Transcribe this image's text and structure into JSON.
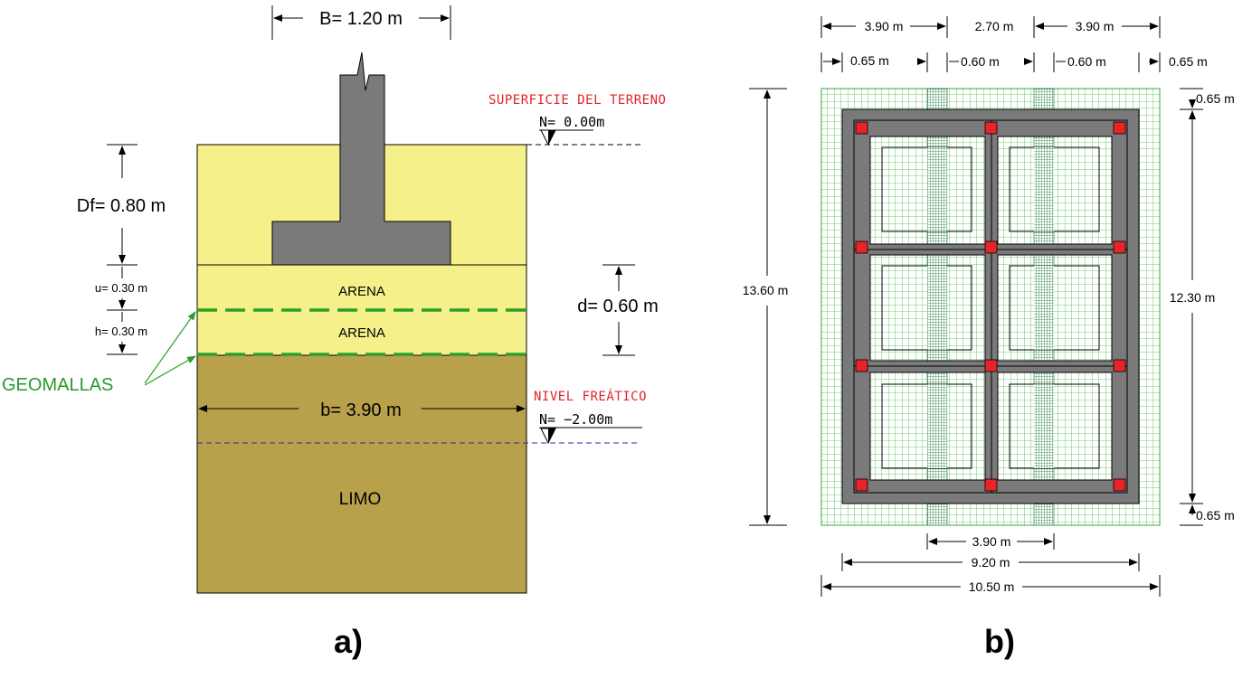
{
  "panel_a": {
    "label": "a)",
    "B": "B= 1.20 m",
    "Df": "Df= 0.80 m",
    "u": "u= 0.30 m",
    "h": "h= 0.30 m",
    "d": "d= 0.60 m",
    "b": "b= 3.90 m",
    "layer_arena_1": "ARENA",
    "layer_arena_2": "ARENA",
    "layer_limo": "LIMO",
    "geomallas": "GEOMALLAS",
    "ground_surface": "SUPERFICIE DEL TERRENO",
    "ground_level": "N=  0.00m",
    "water_table": "NIVEL FREÁTICO",
    "water_level": "N= −2.00m",
    "colors": {
      "sand": "#f6f08a",
      "silt": "#b9a04a",
      "concrete": "#7a7a7a",
      "geogrid": "#2aa02a",
      "annotation_red": "#e0242a"
    }
  },
  "panel_b": {
    "label": "b)",
    "top_dims": [
      "3.90 m",
      "2.70 m",
      "3.90 m"
    ],
    "top_small_dims": [
      "0.65 m",
      "0.60 m",
      "0.60 m",
      "0.65 m"
    ],
    "left_height": "13.60 m",
    "right_height": "12.30 m",
    "right_top": "0.65 m",
    "right_bottom": "0.65 m",
    "bottom_dims": [
      "3.90 m",
      "9.20 m",
      "10.50 m"
    ],
    "colors": {
      "grid": "#2aa02a",
      "beam": "#7a7a7a",
      "column": "#e8242a"
    }
  }
}
